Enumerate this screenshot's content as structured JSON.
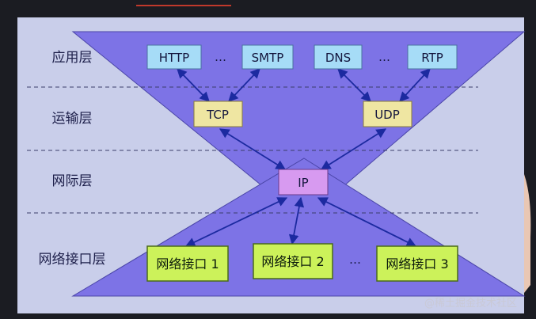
{
  "layers": {
    "application": "应用层",
    "transport": "运输层",
    "internet": "网际层",
    "link": "网络接口层"
  },
  "protocols": {
    "http": "HTTP",
    "smtp": "SMTP",
    "dns": "DNS",
    "rtp": "RTP",
    "tcp": "TCP",
    "udp": "UDP",
    "ip": "IP"
  },
  "interfaces": {
    "if1": "网络接口 1",
    "if2": "网络接口 2",
    "if3": "网络接口 3"
  },
  "ellipsis": "…",
  "watermark": "@稀土掘金技术社区",
  "colors": {
    "panel": "#c9ceea",
    "hourglass": "#7d73e6",
    "app_box": "#a6dcf7",
    "transport_box": "#efe6a2",
    "ip_box": "#d79af0",
    "iface_box": "#ccf25a",
    "arrow": "#1c2aa0"
  }
}
